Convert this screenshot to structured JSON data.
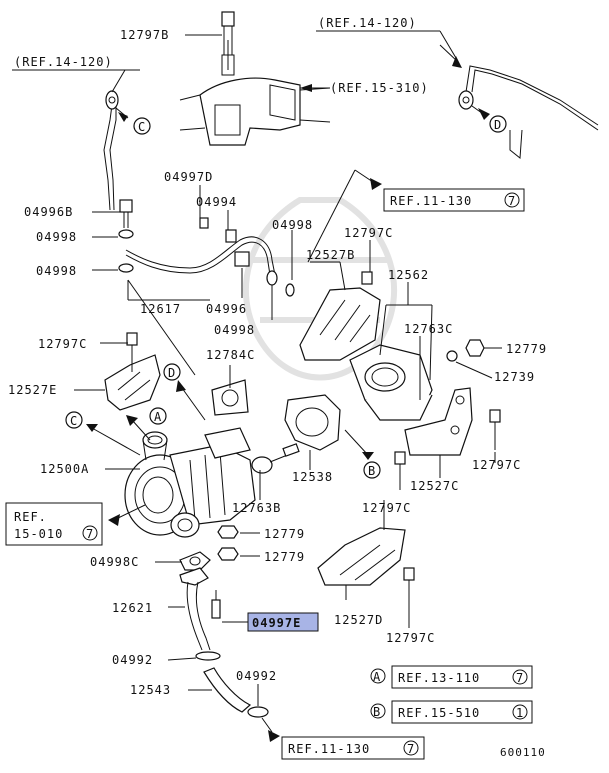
{
  "colors": {
    "highlight": "#a8b4e6",
    "ink": "#111111",
    "background": "#ffffff"
  },
  "figure_id": "600110",
  "parts": [
    {
      "id": "p-12797b",
      "label": "12797B"
    },
    {
      "id": "p-04997d",
      "label": "04997D"
    },
    {
      "id": "p-04996b",
      "label": "04996B"
    },
    {
      "id": "p-04994",
      "label": "04994"
    },
    {
      "id": "p-04998-a",
      "label": "04998"
    },
    {
      "id": "p-04998-b",
      "label": "04998"
    },
    {
      "id": "p-04998-c",
      "label": "04998"
    },
    {
      "id": "p-04998-d",
      "label": "04998"
    },
    {
      "id": "p-12797c-a",
      "label": "12797C"
    },
    {
      "id": "p-12527b",
      "label": "12527B"
    },
    {
      "id": "p-12562",
      "label": "12562"
    },
    {
      "id": "p-12617",
      "label": "12617"
    },
    {
      "id": "p-04996",
      "label": "04996"
    },
    {
      "id": "p-12763c",
      "label": "12763C"
    },
    {
      "id": "p-12779-a",
      "label": "12779"
    },
    {
      "id": "p-12797c-b",
      "label": "12797C"
    },
    {
      "id": "p-12784c",
      "label": "12784C"
    },
    {
      "id": "p-12739",
      "label": "12739"
    },
    {
      "id": "p-12527e",
      "label": "12527E"
    },
    {
      "id": "p-12500a",
      "label": "12500A"
    },
    {
      "id": "p-12538",
      "label": "12538"
    },
    {
      "id": "p-12797c-c",
      "label": "12797C"
    },
    {
      "id": "p-12527c",
      "label": "12527C"
    },
    {
      "id": "p-12763b",
      "label": "12763B"
    },
    {
      "id": "p-12797c-d",
      "label": "12797C"
    },
    {
      "id": "p-12779-b",
      "label": "12779"
    },
    {
      "id": "p-12779-c",
      "label": "12779"
    },
    {
      "id": "p-04998c",
      "label": "04998C"
    },
    {
      "id": "p-12621",
      "label": "12621"
    },
    {
      "id": "p-04997e",
      "label": "04997E",
      "highlighted": true
    },
    {
      "id": "p-12527d",
      "label": "12527D"
    },
    {
      "id": "p-12797c-e",
      "label": "12797C"
    },
    {
      "id": "p-04992-a",
      "label": "04992"
    },
    {
      "id": "p-04992-b",
      "label": "04992"
    },
    {
      "id": "p-12543",
      "label": "12543"
    }
  ],
  "refs": {
    "top_left": "(REF.14-120)",
    "top_right": "(REF.14-120)",
    "manifold": "(REF.15-310)",
    "ref_11_130_top": "REF.11-130",
    "ref_11_130_top_circle": "7",
    "ref_15_010_line1": "REF.",
    "ref_15_010_line2": "15-010",
    "ref_15_010_circle": "7",
    "ref_11_130_bottom": "REF.11-130",
    "ref_11_130_bottom_circle": "7"
  },
  "callouts": {
    "A": "A",
    "B": "B",
    "C": "C",
    "D": "D"
  },
  "legend": [
    {
      "letter": "A",
      "ref": "REF.13-110",
      "circle": "7"
    },
    {
      "letter": "B",
      "ref": "REF.15-510",
      "circle": "1"
    }
  ]
}
